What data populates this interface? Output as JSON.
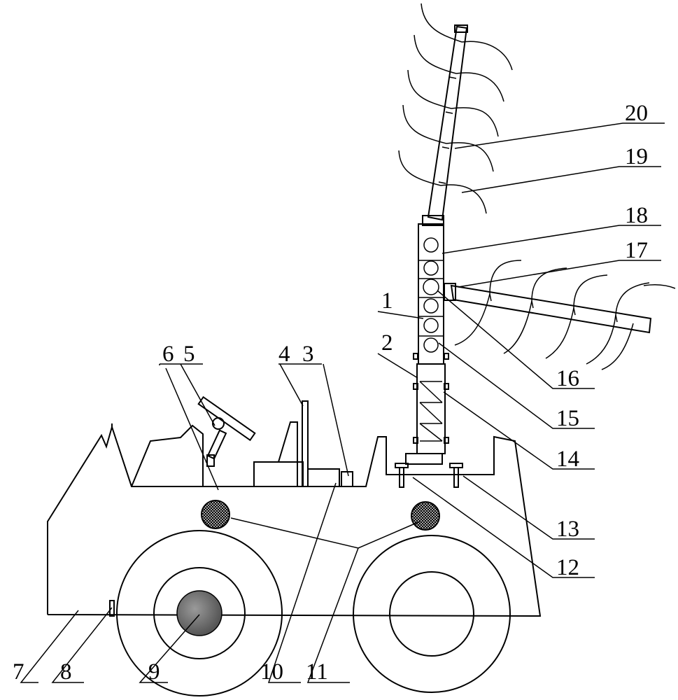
{
  "labels": {
    "l1": "1",
    "l2": "2",
    "l3": "3",
    "l4": "4",
    "l5": "5",
    "l6": "6",
    "l7": "7",
    "l8": "8",
    "l9": "9",
    "l10": "10",
    "l11": "11",
    "l12": "12",
    "l13": "13",
    "l14": "14",
    "l15": "15",
    "l16": "16",
    "l17": "17",
    "l18": "18",
    "l19": "19",
    "l20": "20"
  },
  "colors": {
    "line": "#000000",
    "hub": "#777777",
    "background": "#ffffff"
  }
}
